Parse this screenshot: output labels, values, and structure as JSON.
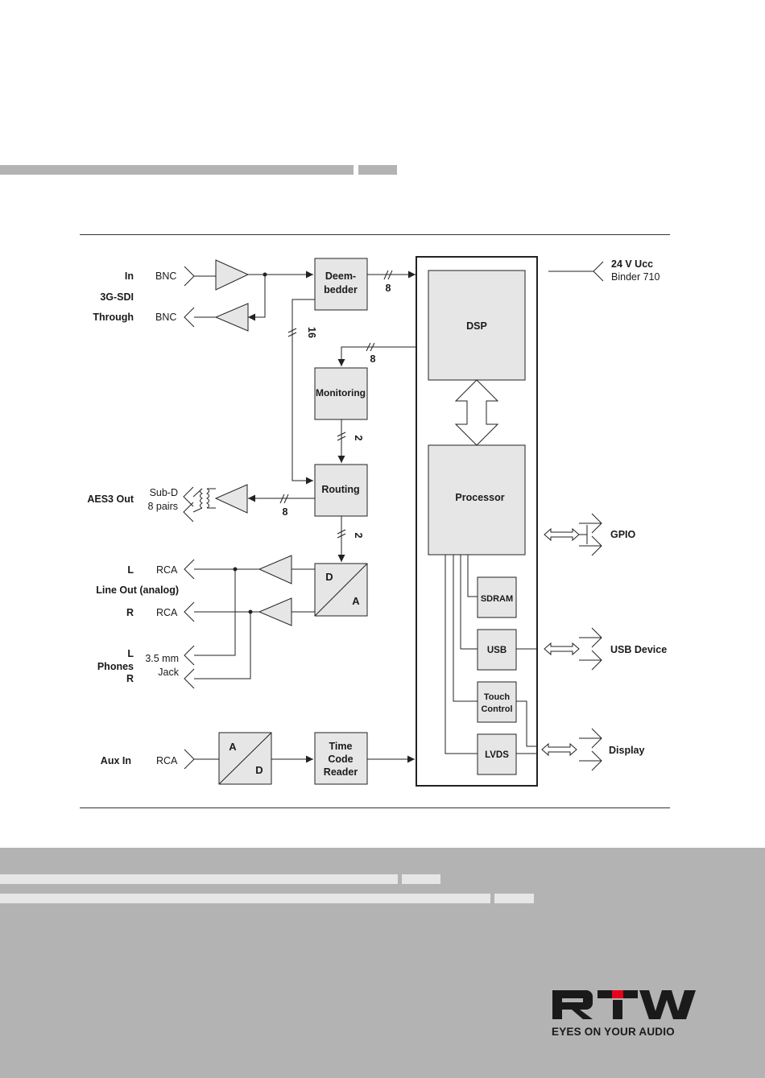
{
  "diagram": {
    "inputs": {
      "in": "In",
      "sdi": "3G-SDI",
      "through": "Through",
      "bnc_in": "BNC",
      "bnc_through": "BNC",
      "aes3_out": "AES3 Out",
      "subd": "Sub-D",
      "pairs": "8 pairs",
      "line_l": "L",
      "line_out": "Line Out (analog)",
      "line_r": "R",
      "rca_l": "RCA",
      "rca_r": "RCA",
      "phones_l": "L",
      "phones": "Phones",
      "phones_r": "R",
      "jack_size": "3.5 mm",
      "jack": "Jack",
      "aux_in": "Aux In",
      "rca_aux": "RCA"
    },
    "blocks": {
      "deembedder_1": "Deem-",
      "deembedder_2": "bedder",
      "monitoring": "Monitoring",
      "routing": "Routing",
      "da_d": "D",
      "da_a": "A",
      "ad_a": "A",
      "ad_d": "D",
      "tcr_1": "Time",
      "tcr_2": "Code",
      "tcr_3": "Reader",
      "dsp": "DSP",
      "processor": "Processor",
      "sdram": "SDRAM",
      "usb": "USB",
      "touch_1": "Touch",
      "touch_2": "Control",
      "lvds": "LVDS"
    },
    "bus_widths": {
      "deemb_dsp": "8",
      "deemb_routing": "16",
      "dsp_monitoring": "8",
      "monitoring_routing": "2",
      "routing_aes": "8",
      "routing_da": "2"
    },
    "outputs": {
      "power": "24 V Ucc",
      "binder": "Binder 710",
      "gpio": "GPIO",
      "usb_device": "USB Device",
      "display": "Display"
    }
  },
  "brand": {
    "logo_text": "RTW",
    "tagline": "EYES ON YOUR AUDIO",
    "accent_color": "#e3051b"
  }
}
